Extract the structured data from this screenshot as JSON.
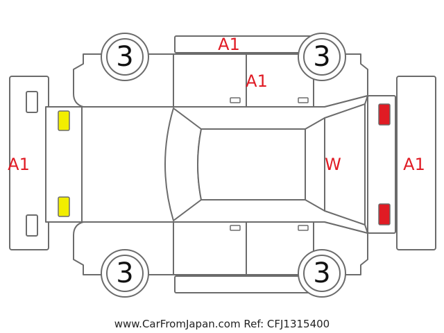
{
  "colors": {
    "damage_text": "#e01b24",
    "headlight": "#f2ee00",
    "taillight": "#e01b24",
    "outline": "#6b6b6b"
  },
  "wheels": {
    "front_left": "3",
    "rear_left": "3",
    "front_right": "3",
    "rear_right": "3"
  },
  "damage_codes": {
    "top_side_strip": "A1",
    "top_rear_door": "A1",
    "front_bumper": "A1",
    "rear_window": "W",
    "rear_bumper": "A1"
  },
  "footer": {
    "watermark": "www.CarFromJapan.com Ref: CFJ1315400"
  }
}
